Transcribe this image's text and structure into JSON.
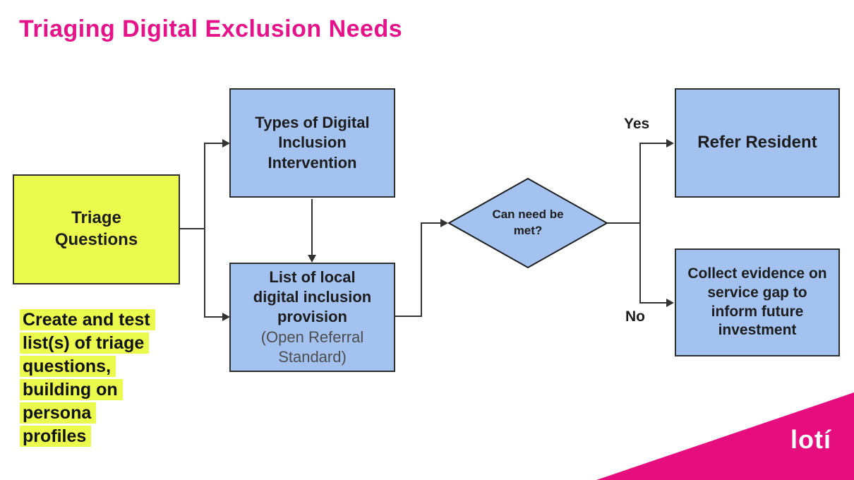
{
  "title": "Triaging Digital Exclusion Needs",
  "colors": {
    "accent_pink": "#E5128A",
    "logo_pink": "#E60D7E",
    "box_blue": "#A4C2F0",
    "highlight_yellow": "#EBFB4E",
    "line": "#333333"
  },
  "flowchart": {
    "triage_box": "Triage Questions",
    "types_box": "Types of Digital Inclusion Intervention",
    "list_box_bold": "List of local digital inclusion provision",
    "list_box_sub": "(Open Referral Standard)",
    "decision": "Can need be met?",
    "yes_label": "Yes",
    "no_label": "No",
    "refer_box": "Refer Resident",
    "collect_box": "Collect evidence on service gap to inform future investment"
  },
  "annotation": {
    "lines": [
      "Create and test",
      "list(s) of triage",
      "questions,",
      "building on",
      "persona",
      "profiles"
    ]
  },
  "logo": {
    "text": "lotí"
  }
}
